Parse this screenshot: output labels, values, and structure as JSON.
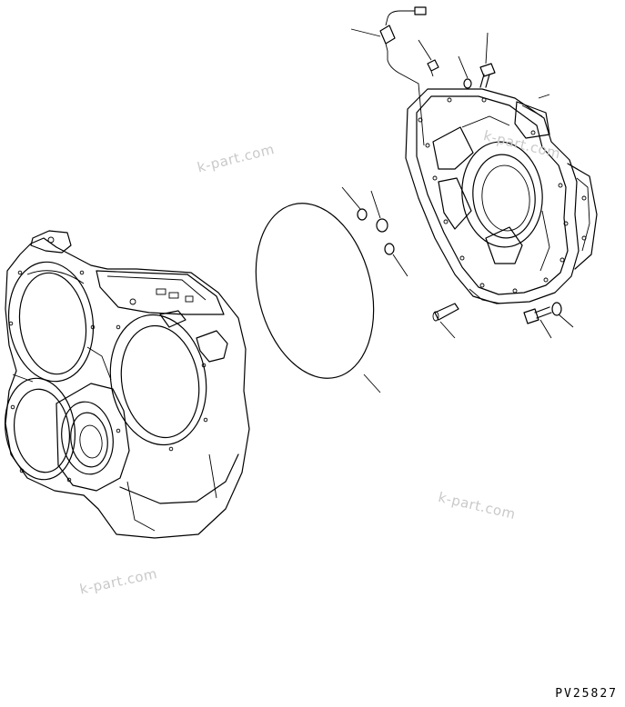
{
  "diagram": {
    "drawing_code": "PV25827",
    "watermark_text": "k-part.com",
    "parts": [
      {
        "id": "transmission-case"
      },
      {
        "id": "gasket-ring"
      },
      {
        "id": "flywheel-housing"
      },
      {
        "id": "sensor-with-connector"
      },
      {
        "id": "plug"
      },
      {
        "id": "bolt-top"
      },
      {
        "id": "washer-top"
      },
      {
        "id": "o-ring-small-1"
      },
      {
        "id": "o-ring-small-2"
      },
      {
        "id": "o-ring-small-3"
      },
      {
        "id": "dowel-pin"
      },
      {
        "id": "bolt-bottom"
      },
      {
        "id": "washer-bottom"
      }
    ]
  }
}
